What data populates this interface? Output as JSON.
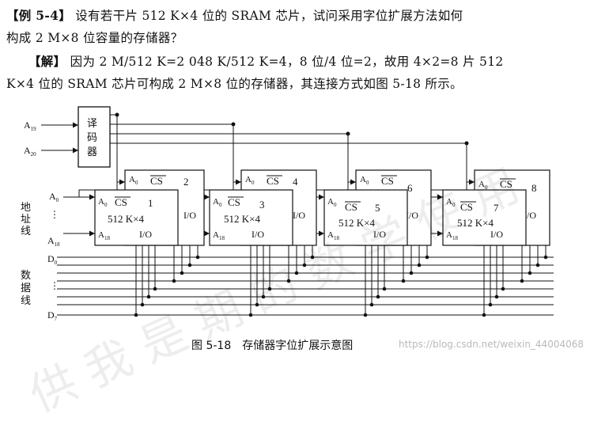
{
  "text": {
    "ex_tag": "【例 5-4】",
    "ex_line1": "设有若干片 512 K×4 位的 SRAM 芯片，试问采用字位扩展方法如何",
    "ex_line2": "构成 2 M×8 位容量的存储器？",
    "sol_tag": "【解】",
    "sol_line1": "因为 2 M/512 K=2 048 K/512 K=4，8 位/4 位=2，故用 4×2=8 片 512",
    "sol_line2": "K×4 位的 SRAM 芯片可构成 2 M×8 位的存储器，其连接方式如图 5-18 所示。"
  },
  "diagram": {
    "decoder_chars": [
      "译",
      "码",
      "器"
    ],
    "a19_main": "A",
    "a19_sub": "19",
    "a20_main": "A",
    "a20_sub": "20",
    "addr_label_chars": [
      "地",
      "址",
      "线"
    ],
    "data_label_chars": [
      "数",
      "据",
      "线"
    ],
    "vdots": "⋮",
    "a0_main": "A",
    "a0_sub": "0",
    "a18_main": "A",
    "a18_sub": "18",
    "d0_main": "D",
    "d0_sub": "0",
    "d7_main": "D",
    "d7_sub": "7",
    "cs_label": "CS",
    "chip_size": "512 K×4",
    "io_label": "I/O",
    "chips": [
      "1",
      "2",
      "3",
      "4",
      "5",
      "6",
      "7",
      "8"
    ]
  },
  "caption": "图 5-18　存储器字位扩展示意图",
  "credit": "https://blog.csdn.net/weixin_44004068",
  "watermark": "供 我 是 期 的 数 学 使 用"
}
